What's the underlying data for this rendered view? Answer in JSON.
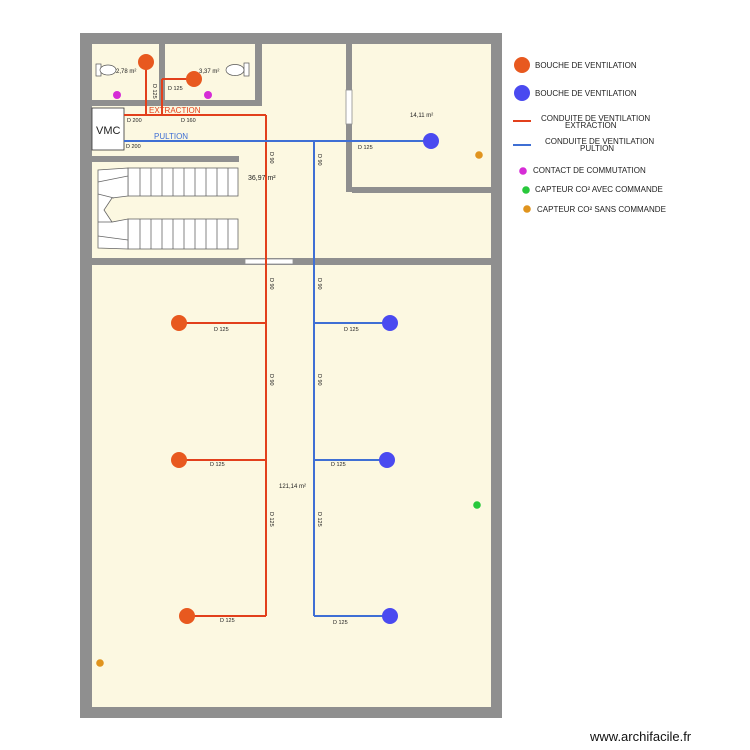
{
  "colors": {
    "wall": "#8f8f8f",
    "floor": "#fcf8e1",
    "extraction": "#e2401c",
    "pulsion": "#3f6fd4",
    "extract_vent": "#e8591f",
    "supply_vent": "#4a4af0",
    "switch_contact": "#d62cd6",
    "co2_with_control": "#28c83c",
    "co2_without_control": "#e0941e"
  },
  "icons": {
    "toilet": "toilet-icon",
    "stairs": "staircase-icon"
  },
  "plan": {
    "vmc_label": "VMC",
    "extraction_label": "EXTRACTION",
    "pulsion_label": "PULTION",
    "areas": {
      "wc1": "2,78 m²",
      "wc2": "3,37 m²",
      "bedroom": "14,11 m²",
      "hall": "36,97 m²",
      "main": "121,14 m²"
    },
    "duct_labels": {
      "d200": "D 200",
      "d160": "D 160",
      "d125": "D 125",
      "d90": "D 90"
    }
  },
  "legend": [
    {
      "key": "extract_vent",
      "label_lines": [
        "BOUCHE DE VENTILATION"
      ]
    },
    {
      "key": "supply_vent",
      "label_lines": [
        "BOUCHE DE VENTILATION"
      ]
    },
    {
      "key": "extraction_duct",
      "label_lines": [
        "CONDUITE DE VENTILATION",
        "EXTRACTION"
      ]
    },
    {
      "key": "pulsion_duct",
      "label_lines": [
        "CONDUITE DE VENTILATION",
        "PULTION"
      ]
    },
    {
      "key": "switch_contact",
      "label_lines": [
        "CONTACT DE COMMUTATION"
      ]
    },
    {
      "key": "co2_with_control",
      "label_lines": [
        "CAPTEUR CO² AVEC COMMANDE"
      ]
    },
    {
      "key": "co2_without_control",
      "label_lines": [
        "CAPTEUR CO² SANS COMMANDE"
      ]
    }
  ],
  "watermark": "www.archifacile.fr"
}
